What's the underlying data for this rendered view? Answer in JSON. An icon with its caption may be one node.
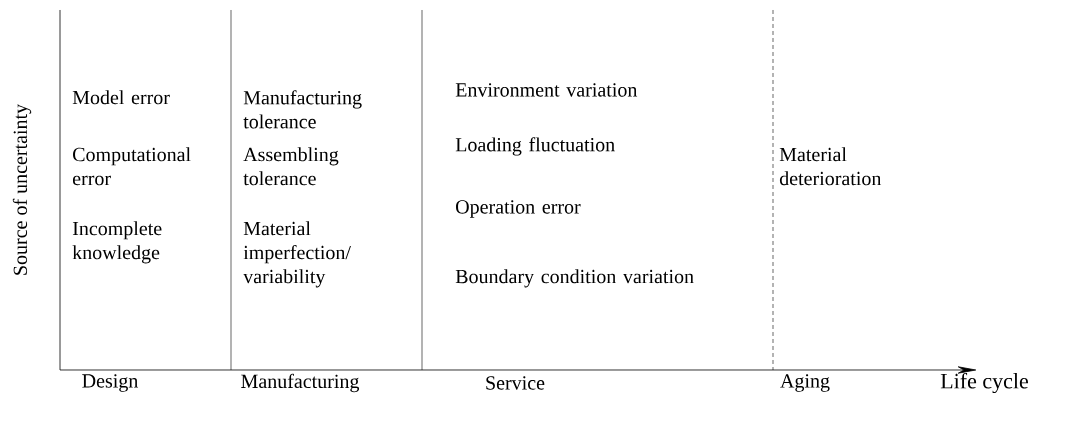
{
  "diagram": {
    "labels": [
      "Source of uncertainty",
      "Model error",
      "Computational error",
      "Incomplete knowledge",
      "Manufacturing tolerance",
      "Assembling tolerance",
      "Material imperfection/ variability",
      "Environment variation",
      "Loading fluctuation",
      "Operation error",
      "Boundary condition variation",
      "Material deterioration",
      "Design",
      "Manufacturing",
      "Service",
      "Aging",
      "Life cycle"
    ]
  }
}
